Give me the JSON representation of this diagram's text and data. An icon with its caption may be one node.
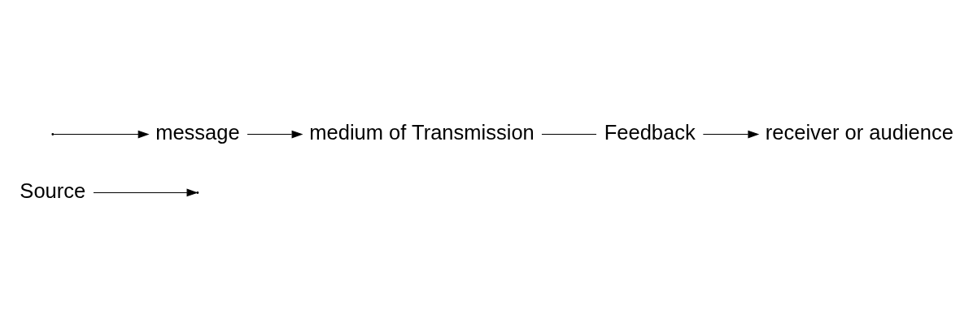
{
  "diagram": {
    "nodes": [
      {
        "text": [
          "Source"
        ]
      },
      {
        "text": [
          "message"
        ]
      },
      {
        "text": [
          "medium of Transmission"
        ]
      },
      {
        "text": [
          "Feedback"
        ]
      },
      {
        "text": [
          "receiver or audience"
        ]
      }
    ],
    "edges": [
      {
        "from": 0,
        "to": null,
        "arrow": "to"
      },
      {
        "from": null,
        "to": 1,
        "arrow": "to"
      },
      {
        "from": 1,
        "to": 2,
        "arrow": "to"
      },
      {
        "from": 2,
        "to": 3,
        "arrow": "none"
      },
      {
        "from": 3,
        "to": 4,
        "arrow": "to"
      }
    ]
  }
}
